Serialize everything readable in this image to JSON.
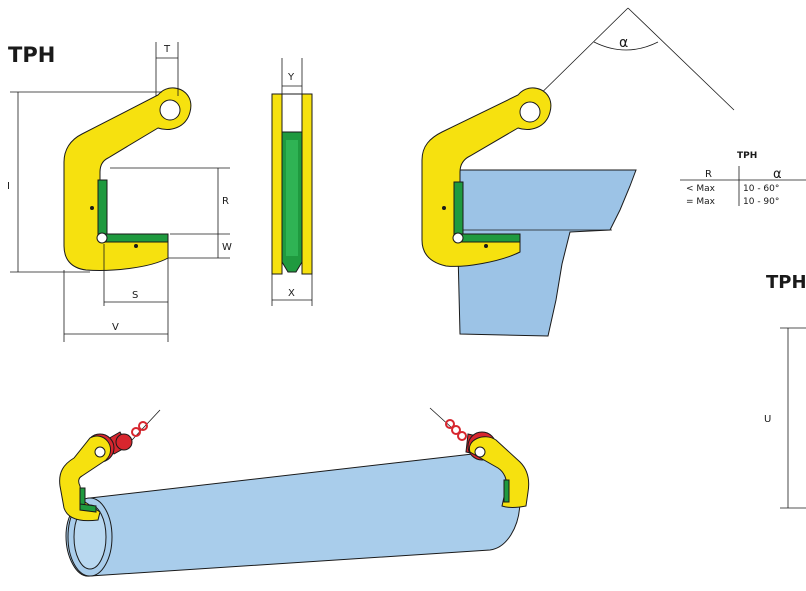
{
  "title_main": "TPH",
  "title_right": "TPH",
  "dimensions": {
    "T": "T",
    "I": "I",
    "R": "R",
    "W": "W",
    "S": "S",
    "V": "V",
    "Y": "Y",
    "X": "X",
    "U": "U"
  },
  "angle_symbol": "α",
  "angle_table": {
    "title": "TPH",
    "headers": [
      "R",
      "α"
    ],
    "rows": [
      [
        "< Max",
        "10 - 60°"
      ],
      [
        "= Max",
        "10 - 90°"
      ]
    ]
  },
  "colors": {
    "clamp_yellow": "#f6e10f",
    "clamp_dark_yellow": "#d8bf00",
    "pad_green": "#1f9a3f",
    "plate_blue": "#9cc3e6",
    "pipe_blue": "#a9cdeb",
    "shackle_red": "#d7262e",
    "outline": "#1a1a1a"
  }
}
